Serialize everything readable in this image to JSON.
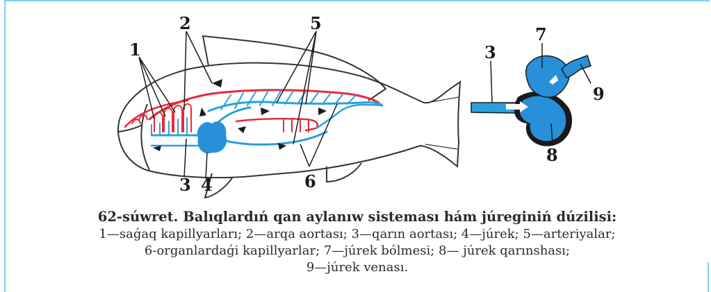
{
  "figure": {
    "labels": {
      "l1": "1",
      "l2": "2",
      "l3": "3",
      "l4": "4",
      "l5": "5",
      "l6": "6",
      "h3": "3",
      "h7": "7",
      "h8": "8",
      "h9": "9"
    },
    "colors": {
      "artery": "#e8283a",
      "vein": "#2aa0dc",
      "heart": "#2890d8",
      "heart_dark": "#1a1a1a",
      "outline": "#333333"
    }
  },
  "caption": {
    "title": "62-súwret. Balıqlardıń qan aylanıw sisteması hám júreginiń dúzilisi:",
    "line1": "1—saǵaq kapillyarları; 2—arqa aortası; 3—qarın aortası; 4—júrek; 5—arteriyalar;",
    "line2": "6-organlardaǵi kapillyarlar; 7—júrek bólmesi; 8— júrek qarınshası;",
    "line3": "9—júrek venası."
  }
}
